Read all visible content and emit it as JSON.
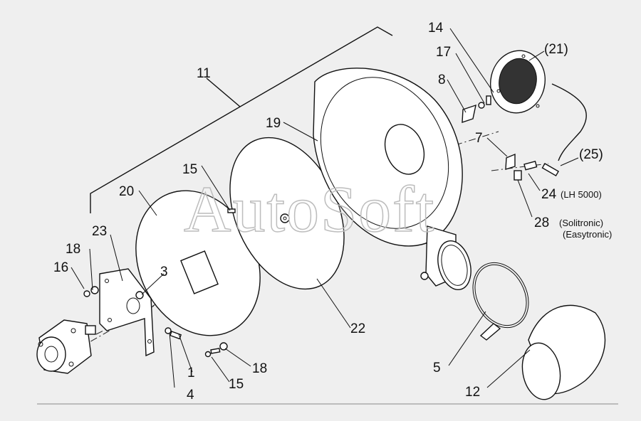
{
  "watermark": "AutoSoft",
  "labels": {
    "l1": "1",
    "l3": "3",
    "l4": "4",
    "l5": "5",
    "l7": "7",
    "l8": "8",
    "l11": "11",
    "l12": "12",
    "l14": "14",
    "l15a": "15",
    "l15b": "15",
    "l16": "16",
    "l17": "17",
    "l18a": "18",
    "l18b": "18",
    "l19": "19",
    "l20": "20",
    "l21": "(21)",
    "l22": "22",
    "l23": "23",
    "l24": "24",
    "l24note": "(LH 5000)",
    "l25": "(25)",
    "l28": "28",
    "l28note1": "(Solitronic)",
    "l28note2": "(Easytronic)"
  }
}
